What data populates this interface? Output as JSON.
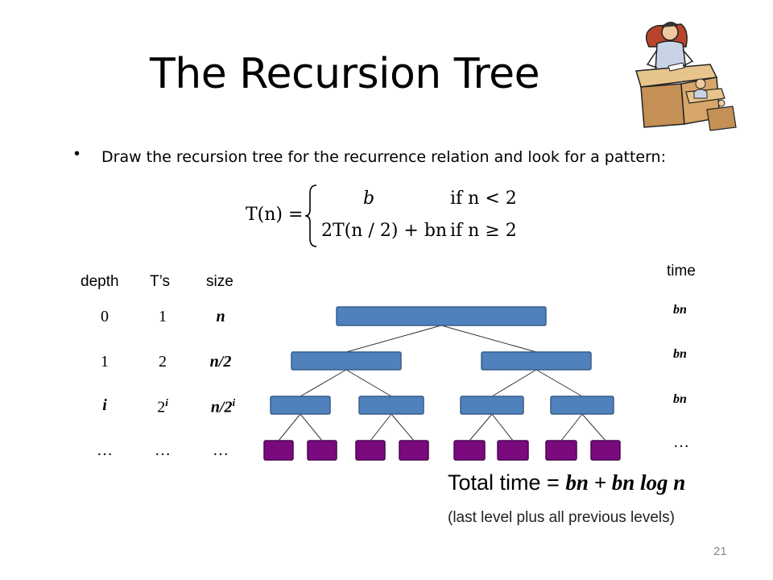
{
  "slide": {
    "title": "The Recursion Tree",
    "bullet": "Draw the recursion tree for the recurrence relation and look for a pattern:",
    "page_number": "21"
  },
  "equation": {
    "lhs": "T(n) =",
    "case1_value": "b",
    "case1_cond": "if n < 2",
    "case2_value": "2T(n / 2) + bn",
    "case2_cond": "if n ≥ 2"
  },
  "table": {
    "headers": {
      "depth": "depth",
      "ts": "T’s",
      "size": "size",
      "time": "time"
    },
    "rows": [
      {
        "depth": "0",
        "ts": "1",
        "size": "n",
        "time": "bn"
      },
      {
        "depth": "1",
        "ts": "2",
        "size": "n/2",
        "time": "bn"
      },
      {
        "depth": "i",
        "ts": "2",
        "ts_sup": "i",
        "size": "n/2",
        "size_sup": "i",
        "time": "bn"
      },
      {
        "depth": "…",
        "ts": "…",
        "size": "…",
        "time": "…"
      }
    ]
  },
  "summary": {
    "total_label": "Total time = ",
    "total_formula": "bn + bn log n",
    "note": "(last level plus all previous levels)"
  },
  "colors": {
    "node_fill": "#4F81BD",
    "node_stroke": "#385D8A",
    "leaf_fill": "#7A0A7E",
    "leaf_stroke": "#4A0650"
  },
  "clipart": "man-at-desk-recursive-clipart"
}
